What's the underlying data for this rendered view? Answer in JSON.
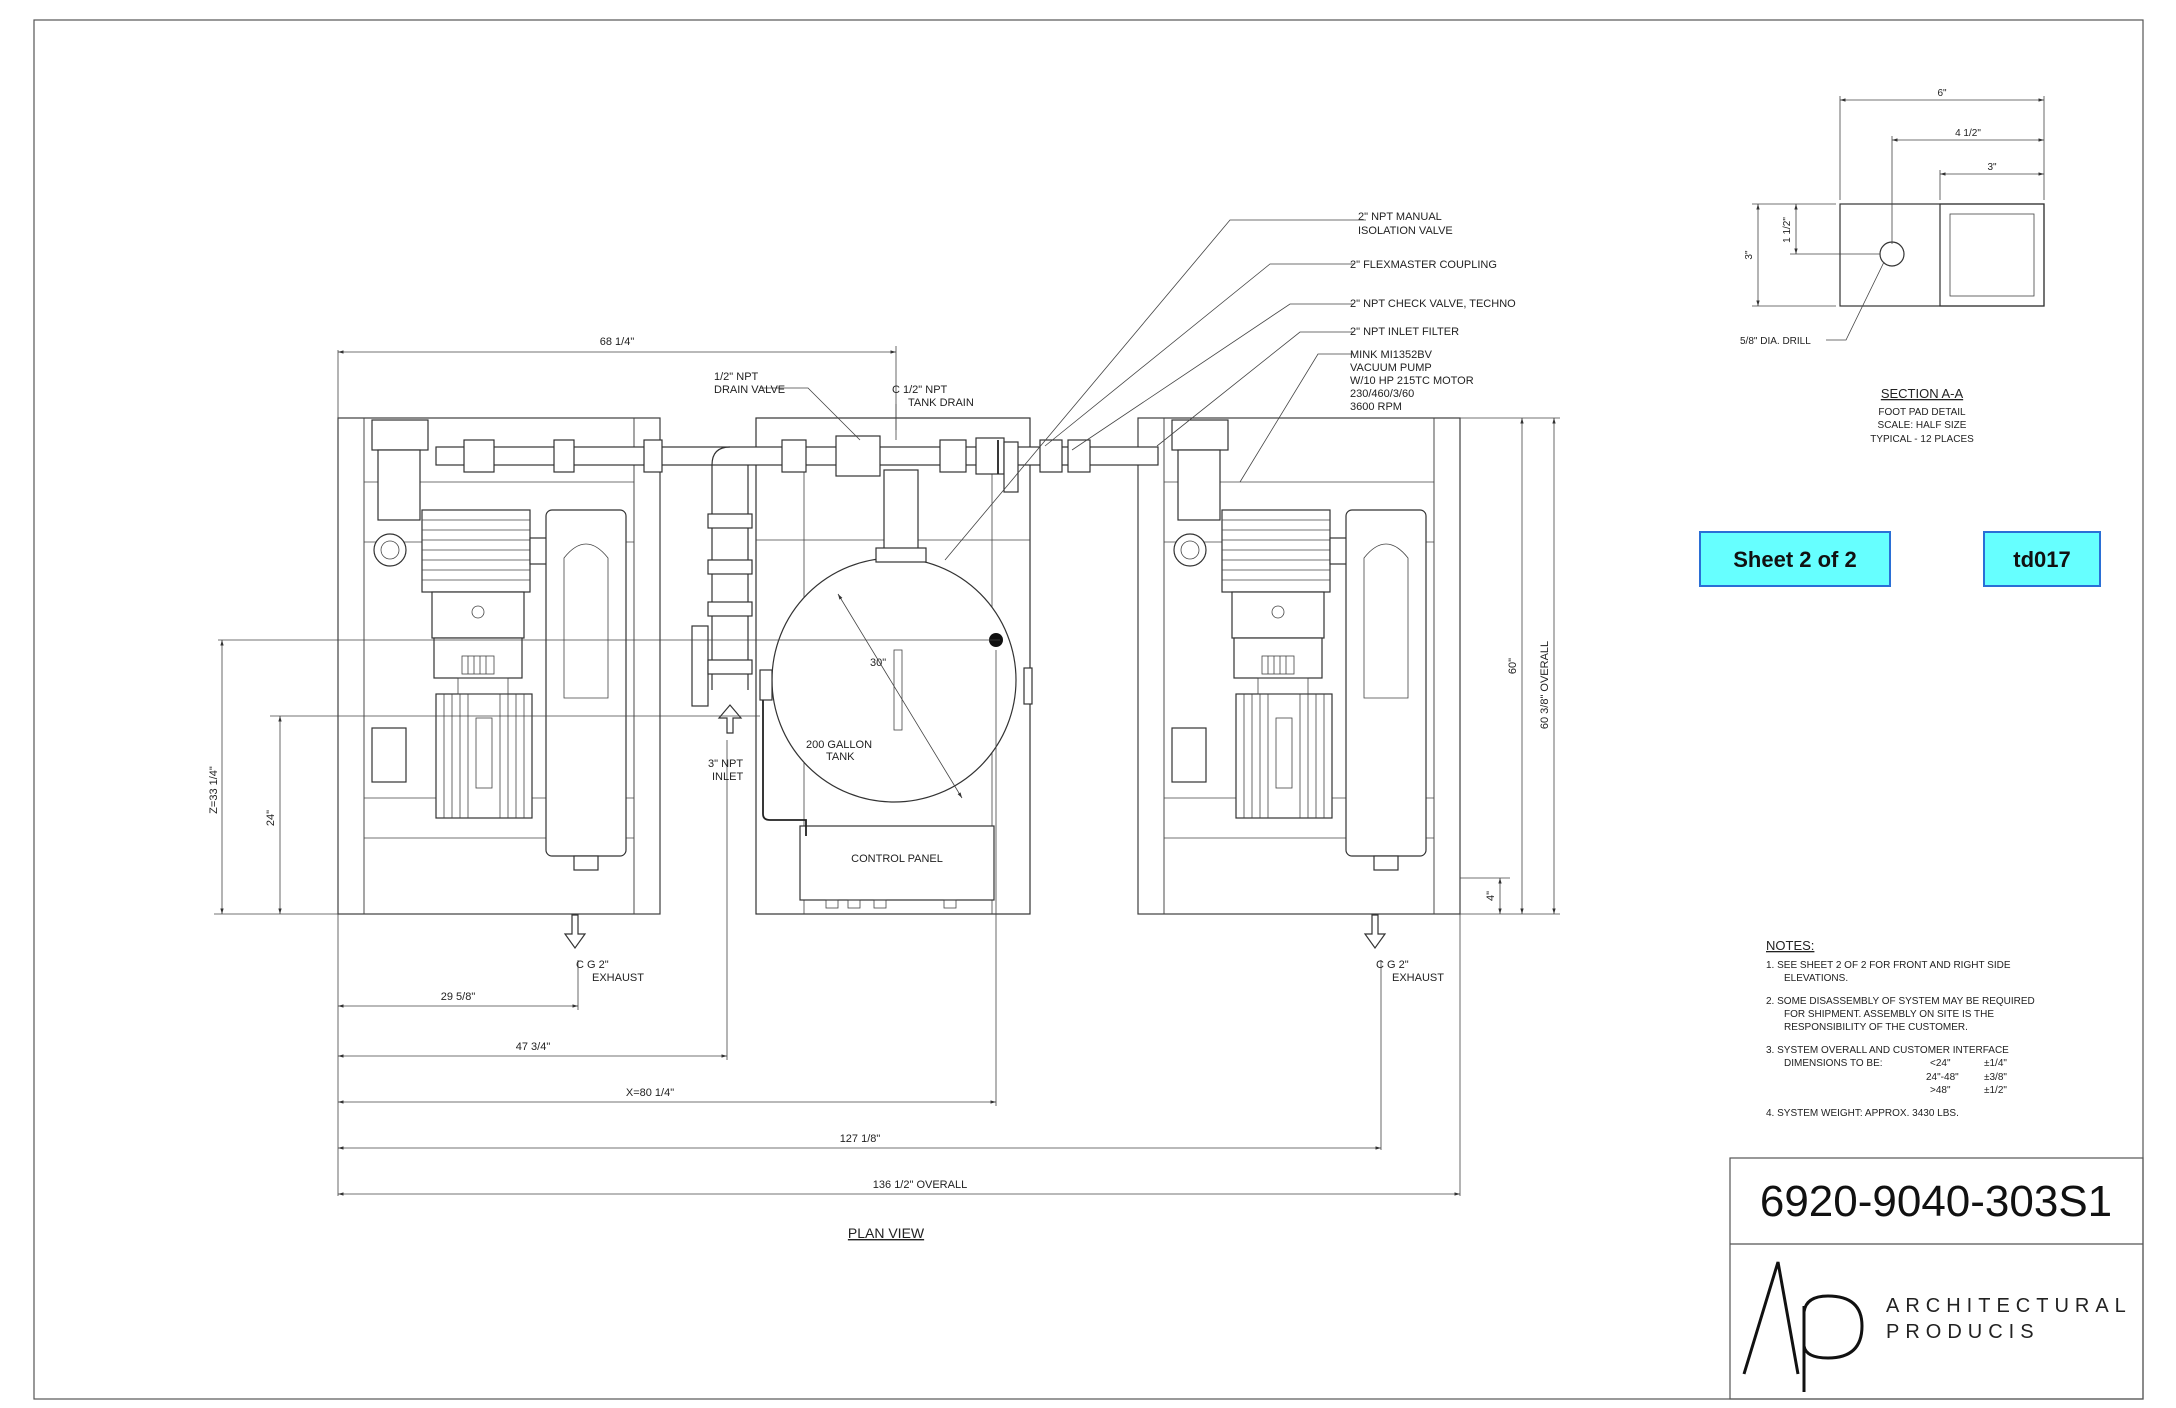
{
  "drawing": {
    "view_title": "PLAN VIEW",
    "sheet_label": "Sheet 2 of 2",
    "drawing_code": "td017",
    "drawing_number": "6920-9040-303S1",
    "logo": {
      "brand": "ARCHITECTURAL",
      "line2": "PRODUCIS"
    }
  },
  "callouts": {
    "isolation_valve_1": "2\" NPT MANUAL",
    "isolation_valve_2": "ISOLATION VALVE",
    "flex_coupling": "2\" FLEXMASTER COUPLING",
    "check_valve": "2\" NPT CHECK VALVE, TECHNO",
    "inlet_filter": "2\" NPT INLET FILTER",
    "pump_1": "MINK MI1352BV",
    "pump_2": "VACUUM PUMP",
    "pump_3": "W/10 HP 215TC MOTOR",
    "pump_4": "230/460/3/60",
    "pump_5": "3600 RPM",
    "drain_valve_1": "1/2\" NPT",
    "drain_valve_2": "DRAIN VALVE",
    "tank_drain_1": "C 1/2\" NPT",
    "tank_drain_2": "TANK DRAIN",
    "inlet_1": "3\" NPT",
    "inlet_2": "INLET",
    "tank_1": "200 GALLON",
    "tank_2": "TANK",
    "tank_dia": "30\"",
    "control_panel": "CONTROL PANEL",
    "exhaust_left_1": "C G 2\"",
    "exhaust_left_2": "EXHAUST",
    "exhaust_right_1": "C G 2\"",
    "exhaust_right_2": "EXHAUST"
  },
  "dimensions": {
    "top_width": "68 1/4\"",
    "d_29": "29 5/8\"",
    "d_47": "47 3/4\"",
    "d_x": "X=80 1/4\"",
    "d_127": "127 1/8\"",
    "d_136": "136 1/2\" OVERALL",
    "d_z": "Z=33 1/4\"",
    "d_24": "24\"",
    "d_60": "60\"",
    "d_60_overall": "60 3/8\" OVERALL",
    "d_4": "4\""
  },
  "section": {
    "title": "SECTION A-A",
    "line1": "FOOT PAD DETAIL",
    "line2": "SCALE:  HALF SIZE",
    "line3": "TYPICAL - 12 PLACES",
    "dim_6": "6\"",
    "dim_4half": "4 1/2\"",
    "dim_3": "3\"",
    "dim_3v": "3\"",
    "dim_1half": "1 1/2\"",
    "drill": "5/8\" DIA. DRILL"
  },
  "notes": {
    "heading": "NOTES:",
    "n1a": "1.  SEE SHEET 2 OF 2 FOR FRONT AND RIGHT SIDE",
    "n1b": "ELEVATIONS.",
    "n2a": "2.  SOME DISASSEMBLY OF SYSTEM MAY BE REQUIRED",
    "n2b": "FOR SHIPMENT.  ASSEMBLY ON SITE IS THE",
    "n2c": "RESPONSIBILITY OF THE CUSTOMER.",
    "n3a": "3.  SYSTEM OVERALL AND CUSTOMER INTERFACE",
    "n3b": "DIMENSIONS TO BE:",
    "tol_r1_range": "<24\"",
    "tol_r1_val": "±1/4\"",
    "tol_r2_range": "24\"-48\"",
    "tol_r2_val": "±3/8\"",
    "tol_r3_range": ">48\"",
    "tol_r3_val": "±1/2\"",
    "n4": "4.  SYSTEM WEIGHT: APPROX. 3430 LBS."
  },
  "colors": {
    "badge_fill": "#66ffff",
    "badge_border": "#2a6fd6",
    "line": "#333333"
  }
}
